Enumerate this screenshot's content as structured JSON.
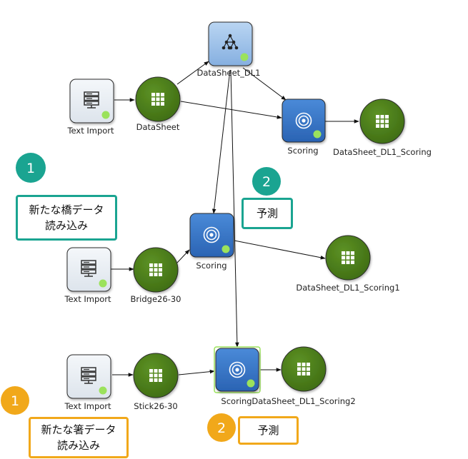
{
  "colors": {
    "green_node": "#4c7c1b",
    "blue_node": "#3273c5",
    "light_blue_node": "#9cc0e8",
    "import_node": "#e8edf3",
    "status_dot": "#9be25c",
    "teal_badge": "#1aa491",
    "orange_badge": "#f1a81a",
    "edge": "#111111",
    "selection": "#9be25c"
  },
  "nodes": {
    "dl1": {
      "label": "DataSheet_DL1",
      "icon": "network-icon"
    },
    "import1": {
      "label": "Text Import",
      "icon": "server-icon"
    },
    "sheet1": {
      "label": "DataSheet",
      "icon": "grid-icon"
    },
    "scoring1": {
      "label": "Scoring",
      "icon": "target-icon"
    },
    "result1": {
      "label": "DataSheet_DL1_Scoring",
      "icon": "grid-icon"
    },
    "import2": {
      "label": "Text Import",
      "icon": "server-icon"
    },
    "sheet2": {
      "label": "Bridge26-30",
      "icon": "grid-icon"
    },
    "scoring2": {
      "label": "Scoring",
      "icon": "target-icon"
    },
    "result2": {
      "label": "DataSheet_DL1_Scoring1",
      "icon": "grid-icon"
    },
    "import3": {
      "label": "Text Import",
      "icon": "server-icon"
    },
    "sheet3": {
      "label": "Stick26-30",
      "icon": "grid-icon"
    },
    "scoring3": {
      "label": "Scoring",
      "icon": "target-icon"
    },
    "result3": {
      "label": "DataSheet_DL1_Scoring2",
      "icon": "grid-icon"
    }
  },
  "annotations": {
    "teal_badge_1": "1",
    "teal_callout_1": [
      "新たな橋データ",
      "読み込み"
    ],
    "teal_badge_2": "2",
    "teal_callout_2": [
      "予測"
    ],
    "orange_badge_1": "1",
    "orange_callout_1": [
      "新たな箸データ",
      "読み込み"
    ],
    "orange_badge_2": "2",
    "orange_callout_2": [
      "予測"
    ]
  }
}
